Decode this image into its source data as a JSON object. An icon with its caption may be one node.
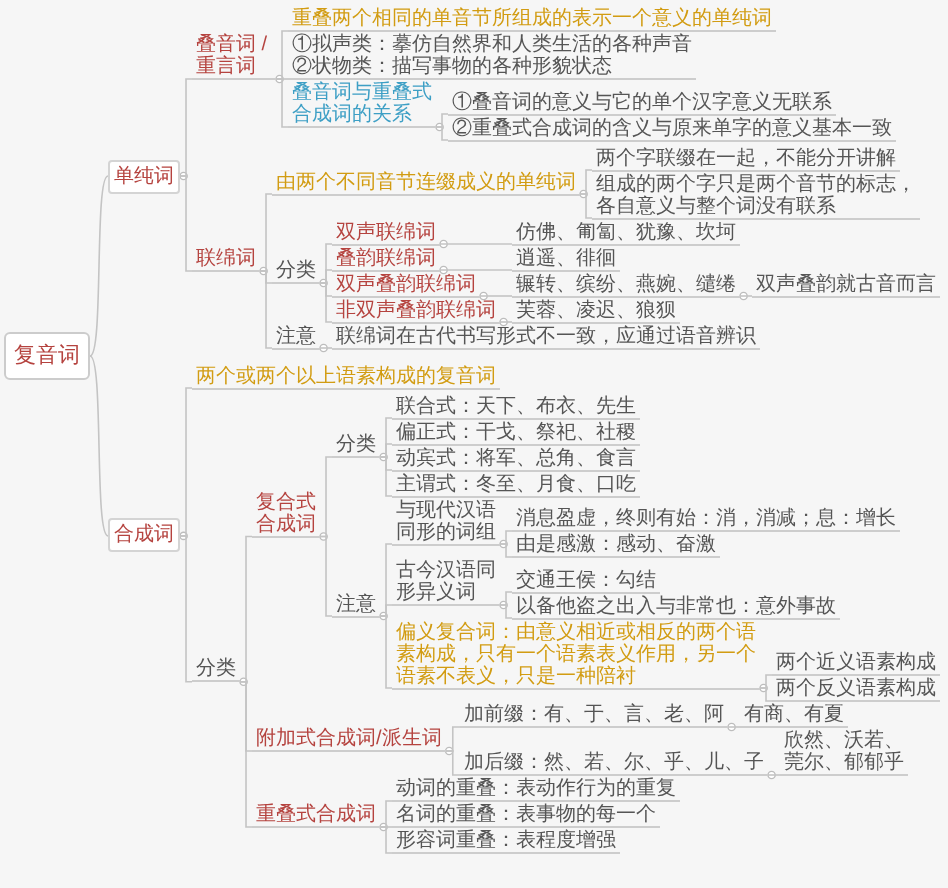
{
  "diagram": {
    "nodes": [
      {
        "text": [
          "复音词"
        ]
      },
      {
        "text": [
          "单纯词"
        ]
      },
      {
        "text": [
          "叠音词 / 重言词"
        ]
      },
      {
        "text": [
          "重叠两个相同的单音节所组成的表示一个意义的单纯词"
        ]
      },
      {
        "text": [
          "①拟声类：摹仿自然界和人类生活的各种声音",
          "②状物类：描写事物的各种形貌状态"
        ]
      },
      {
        "text": [
          "叠音词与重叠式合成词的关系"
        ]
      },
      {
        "text": [
          "①叠音词的意义与它的单个汉字意义无联系"
        ]
      },
      {
        "text": [
          "②重叠式合成词的含义与原来单字的意义基本一致"
        ]
      },
      {
        "text": [
          "联绵词"
        ]
      },
      {
        "text": [
          "由两个不同音节连缀成义的单纯词"
        ]
      },
      {
        "text": [
          "两个字联缀在一起，不能分开讲解"
        ]
      },
      {
        "text": [
          "组成的两个字只是两个音节的标志，各自意义与整个词没有联系"
        ]
      },
      {
        "text": [
          "分类"
        ]
      },
      {
        "text": [
          "双声联绵词"
        ]
      },
      {
        "text": [
          "仿佛、匍匐、犹豫、坎坷"
        ]
      },
      {
        "text": [
          "叠韵联绵词"
        ]
      },
      {
        "text": [
          "逍遥、徘徊"
        ]
      },
      {
        "text": [
          "双声叠韵联绵词"
        ]
      },
      {
        "text": [
          "辗转、缤纷、燕婉、缱绻"
        ]
      },
      {
        "text": [
          "双声叠韵就古音而言"
        ]
      },
      {
        "text": [
          "非双声叠韵联绵词"
        ]
      },
      {
        "text": [
          "芙蓉、凌迟、狼狈"
        ]
      },
      {
        "text": [
          "注意"
        ]
      },
      {
        "text": [
          "联绵词在古代书写形式不一致，应通过语音辨识"
        ]
      },
      {
        "text": [
          "合成词"
        ]
      },
      {
        "text": [
          "两个或两个以上语素构成的复音词"
        ]
      },
      {
        "text": [
          "分类"
        ]
      },
      {
        "text": [
          "复合式合成词"
        ]
      },
      {
        "text": [
          "分类"
        ]
      },
      {
        "text": [
          "联合式：天下、布衣、先生"
        ]
      },
      {
        "text": [
          "偏正式：干戈、祭祀、社稷"
        ]
      },
      {
        "text": [
          "动宾式：将军、总角、食言"
        ]
      },
      {
        "text": [
          "主谓式：冬至、月食、口吃"
        ]
      },
      {
        "text": [
          "注意"
        ]
      },
      {
        "text": [
          "与现代汉语同形的词组"
        ]
      },
      {
        "text": [
          "消息盈虚，终则有始：消，消减；息：增长"
        ]
      },
      {
        "text": [
          "由是感激：感动、奋激"
        ]
      },
      {
        "text": [
          "古今汉语同形异义词"
        ]
      },
      {
        "text": [
          "交通王侯：勾结"
        ]
      },
      {
        "text": [
          "以备他盗之出入与非常也：意外事故"
        ]
      },
      {
        "text": [
          "偏义复合词：由意义相近或相反的两个语素构成，只有一个语素表义作用，另一个语素不表义，只是一种陪衬"
        ]
      },
      {
        "text": [
          "两个近义语素构成"
        ]
      },
      {
        "text": [
          "两个反义语素构成"
        ]
      },
      {
        "text": [
          "附加式合成词/派生词"
        ]
      },
      {
        "text": [
          "加前缀：有、于、言、老、阿"
        ]
      },
      {
        "text": [
          "有商、有夏"
        ]
      },
      {
        "text": [
          "加后缀：然、若、尔、乎、儿、子"
        ]
      },
      {
        "text": [
          "欣然、沃若、莞尔、郁郁乎"
        ]
      },
      {
        "text": [
          "重叠式合成词"
        ]
      },
      {
        "text": [
          "动词的重叠：表动作行为的重复"
        ]
      },
      {
        "text": [
          "名词的重叠：表事物的每一个"
        ]
      },
      {
        "text": [
          "形容词重叠：表程度增强"
        ]
      }
    ],
    "edges": [
      {
        "from": 0,
        "to": 1,
        "arrow": "none"
      },
      {
        "from": 0,
        "to": 24,
        "arrow": "none"
      },
      {
        "from": 1,
        "to": 2,
        "arrow": "none"
      },
      {
        "from": 1,
        "to": 8,
        "arrow": "none"
      },
      {
        "from": 2,
        "to": 3,
        "arrow": "none"
      },
      {
        "from": 2,
        "to": 4,
        "arrow": "none"
      },
      {
        "from": 2,
        "to": 5,
        "arrow": "none"
      },
      {
        "from": 5,
        "to": 6,
        "arrow": "none"
      },
      {
        "from": 5,
        "to": 7,
        "arrow": "none"
      },
      {
        "from": 8,
        "to": 9,
        "arrow": "none"
      },
      {
        "from": 8,
        "to": 12,
        "arrow": "none"
      },
      {
        "from": 8,
        "to": 22,
        "arrow": "none"
      },
      {
        "from": 9,
        "to": 10,
        "arrow": "none"
      },
      {
        "from": 9,
        "to": 11,
        "arrow": "none"
      },
      {
        "from": 12,
        "to": 13,
        "arrow": "none"
      },
      {
        "from": 12,
        "to": 15,
        "arrow": "none"
      },
      {
        "from": 12,
        "to": 17,
        "arrow": "none"
      },
      {
        "from": 12,
        "to": 20,
        "arrow": "none"
      },
      {
        "from": 13,
        "to": 14,
        "arrow": "none"
      },
      {
        "from": 15,
        "to": 16,
        "arrow": "none"
      },
      {
        "from": 17,
        "to": 18,
        "arrow": "none"
      },
      {
        "from": 18,
        "to": 19,
        "arrow": "none"
      },
      {
        "from": 20,
        "to": 21,
        "arrow": "none"
      },
      {
        "from": 22,
        "to": 23,
        "arrow": "none"
      },
      {
        "from": 24,
        "to": 25,
        "arrow": "none"
      },
      {
        "from": 24,
        "to": 26,
        "arrow": "none"
      },
      {
        "from": 26,
        "to": 27,
        "arrow": "none"
      },
      {
        "from": 26,
        "to": 43,
        "arrow": "none"
      },
      {
        "from": 26,
        "to": 48,
        "arrow": "none"
      },
      {
        "from": 27,
        "to": 28,
        "arrow": "none"
      },
      {
        "from": 27,
        "to": 33,
        "arrow": "none"
      },
      {
        "from": 28,
        "to": 29,
        "arrow": "none"
      },
      {
        "from": 28,
        "to": 30,
        "arrow": "none"
      },
      {
        "from": 28,
        "to": 31,
        "arrow": "none"
      },
      {
        "from": 28,
        "to": 32,
        "arrow": "none"
      },
      {
        "from": 33,
        "to": 34,
        "arrow": "none"
      },
      {
        "from": 33,
        "to": 37,
        "arrow": "none"
      },
      {
        "from": 33,
        "to": 40,
        "arrow": "none"
      },
      {
        "from": 34,
        "to": 35,
        "arrow": "none"
      },
      {
        "from": 34,
        "to": 36,
        "arrow": "none"
      },
      {
        "from": 37,
        "to": 38,
        "arrow": "none"
      },
      {
        "from": 37,
        "to": 39,
        "arrow": "none"
      },
      {
        "from": 40,
        "to": 41,
        "arrow": "none"
      },
      {
        "from": 40,
        "to": 42,
        "arrow": "none"
      },
      {
        "from": 43,
        "to": 44,
        "arrow": "none"
      },
      {
        "from": 43,
        "to": 46,
        "arrow": "none"
      },
      {
        "from": 44,
        "to": 45,
        "arrow": "none"
      },
      {
        "from": 46,
        "to": 47,
        "arrow": "none"
      },
      {
        "from": 48,
        "to": 49,
        "arrow": "none"
      },
      {
        "from": 48,
        "to": 50,
        "arrow": "none"
      },
      {
        "from": 48,
        "to": 51,
        "arrow": "none"
      }
    ]
  }
}
